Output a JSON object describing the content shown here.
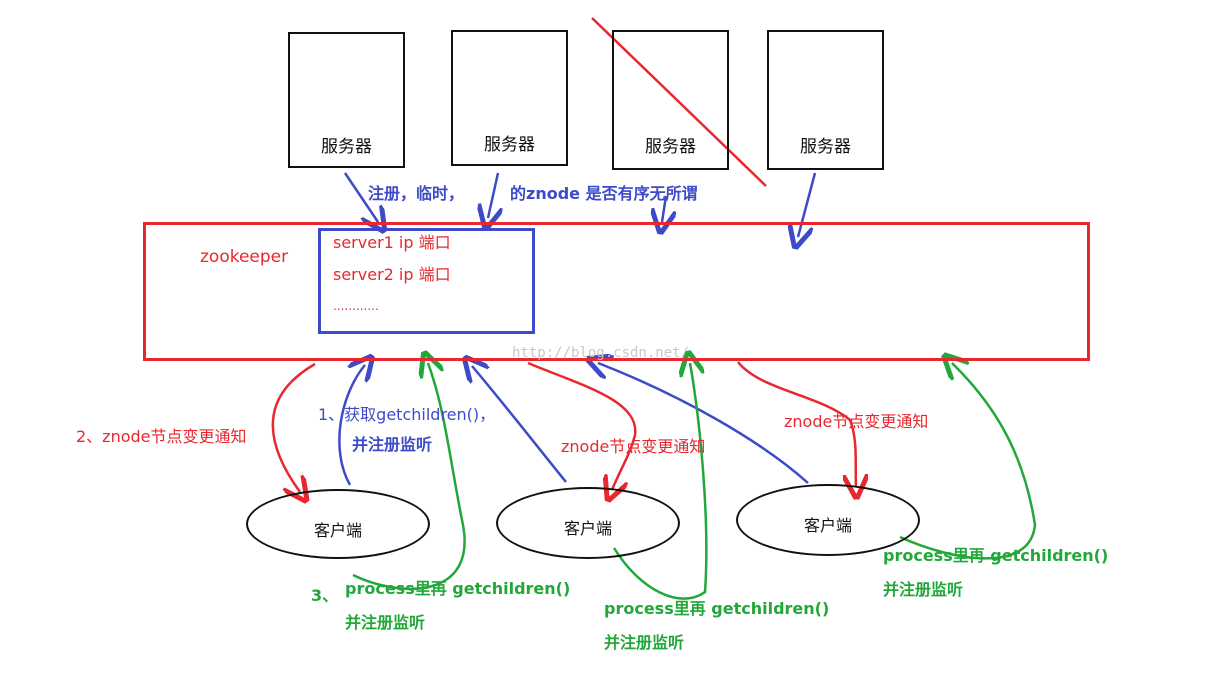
{
  "servers": [
    {
      "label": "服务器"
    },
    {
      "label": "服务器"
    },
    {
      "label": "服务器"
    },
    {
      "label": "服务器"
    }
  ],
  "register_note": {
    "part1": "注册，临时，",
    "part2": "的znode 是否有序无所谓"
  },
  "zookeeper": {
    "title": "zookeeper",
    "entries": [
      "server1  ip 端口",
      "server2  ip 端口",
      "............"
    ]
  },
  "watermark": "http://blog.csdn.net/",
  "clients": [
    {
      "label": "客户端"
    },
    {
      "label": "客户端"
    },
    {
      "label": "客户端"
    }
  ],
  "step1": {
    "line1": "1、获取getchildren()，",
    "line2": "并注册监听"
  },
  "step2": "2、znode节点变更通知",
  "step3_prefix": "3、",
  "notify_label": "znode节点变更通知",
  "process_note": {
    "line1": "process里再 getchildren()",
    "line2": "并注册监听"
  },
  "colors": {
    "red": "#e8272f",
    "blue": "#3e4bc8",
    "green": "#22a83a",
    "black": "#111111"
  }
}
